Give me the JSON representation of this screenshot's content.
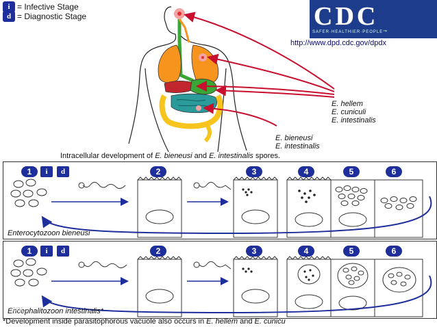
{
  "legend": {
    "infective_symbol": "i",
    "infective_label": "= Infective Stage",
    "diagnostic_symbol": "d",
    "diagnostic_label": "= Diagnostic Stage"
  },
  "logo": {
    "letters": "CDC",
    "tagline": "SAFER·HEALTHIER·PEOPLE™",
    "url": "http://www.dpd.cdc.gov/dpdx"
  },
  "species_group_1": [
    "E. hellem",
    "E. cuniculi",
    "E. intestinalis"
  ],
  "species_group_2": [
    "E. bieneusi",
    "E. intestinalis"
  ],
  "caption": {
    "prefix": "Intracellular development of ",
    "species_a": "E. bieneusi",
    "middle": " and ",
    "species_b": "E. intestinalis",
    "suffix": " spores."
  },
  "panel_top": {
    "label": "Enterocytozoon bieneusi",
    "stages": [
      "1",
      "2",
      "3",
      "4",
      "5",
      "6"
    ]
  },
  "panel_bottom": {
    "label": "Encephalitozoon intestinalis*",
    "stages": [
      "1",
      "2",
      "3",
      "4",
      "5",
      "6"
    ]
  },
  "footnote": {
    "prefix": "*Development inside parasitophorous vacuole also occurs in ",
    "species_a": "E. hellem",
    "middle": " and ",
    "species_b": "E. cunicu"
  },
  "watermark": "12/31",
  "colors": {
    "badge_blue": "#1e2f9c",
    "arrow_red": "#c8102e",
    "lung_orange": "#f7941d",
    "gut_yellow": "#f7c31d",
    "gut_teal": "#2a9a9a",
    "esophagus_green": "#3aa635",
    "liver_red": "#c0262c",
    "cycle_arrow": "#1e2f9c"
  }
}
